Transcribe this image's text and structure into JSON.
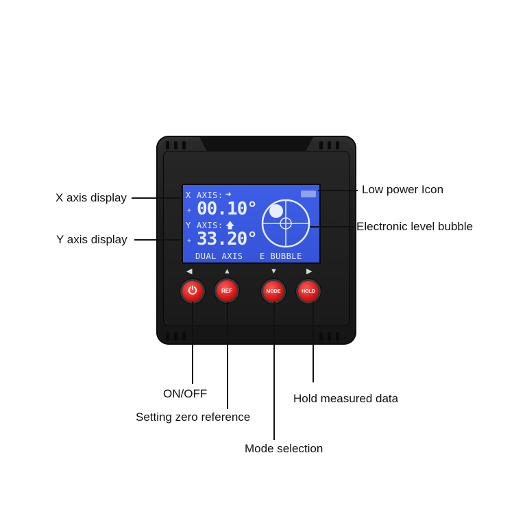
{
  "labels": {
    "x_axis": "X axis display",
    "y_axis": "Y axis display",
    "low_power": "Low power Icon",
    "bubble": "Electronic level bubble",
    "on_off": "ON/OFF",
    "zero_ref": "Setting zero reference",
    "mode_sel": "Mode selection",
    "hold": "Hold measured data"
  },
  "lcd": {
    "x_prefix": "X",
    "x_label": "AXIS:",
    "x_value": "00.10°",
    "y_prefix": "Y",
    "y_label": "AXIS:",
    "y_value": "33.20°",
    "footer_left": "DUAL AXIS",
    "footer_right": "E BUBBLE",
    "sign": "+"
  },
  "buttons": {
    "power": "⏻",
    "ref": "REF",
    "mode": "MODE",
    "hold": "HOLD"
  },
  "arrows": {
    "left": "◀",
    "up": "▲",
    "down": "▼",
    "right": "▶"
  },
  "colors": {
    "lcd_bg": "#3858e0",
    "button_red": "#d41616",
    "device_body": "#1b1b1b"
  }
}
